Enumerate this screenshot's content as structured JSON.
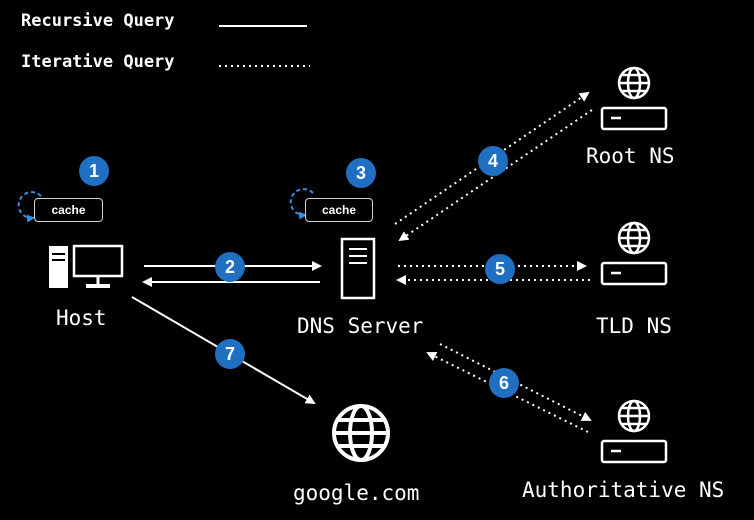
{
  "legend": {
    "recursive_label": "Recursive Query",
    "iterative_label": "Iterative Query"
  },
  "nodes": {
    "host": "Host",
    "dns_server": "DNS Server",
    "root_ns": "Root NS",
    "tld_ns": "TLD NS",
    "authoritative_ns": "Authoritative NS",
    "google": "google.com"
  },
  "cache_label": "cache",
  "steps": [
    "1",
    "2",
    "3",
    "4",
    "5",
    "6",
    "7"
  ],
  "colors": {
    "background": "#000000",
    "line": "#ffffff",
    "badge": "#1f6fc2",
    "cache_arrow": "#3a8de0"
  },
  "icons": {
    "host": "computer-icon",
    "dns_server": "server-tower-icon",
    "name_servers": "globe-server-icon",
    "google": "globe-icon",
    "cache": "refresh-icon"
  }
}
